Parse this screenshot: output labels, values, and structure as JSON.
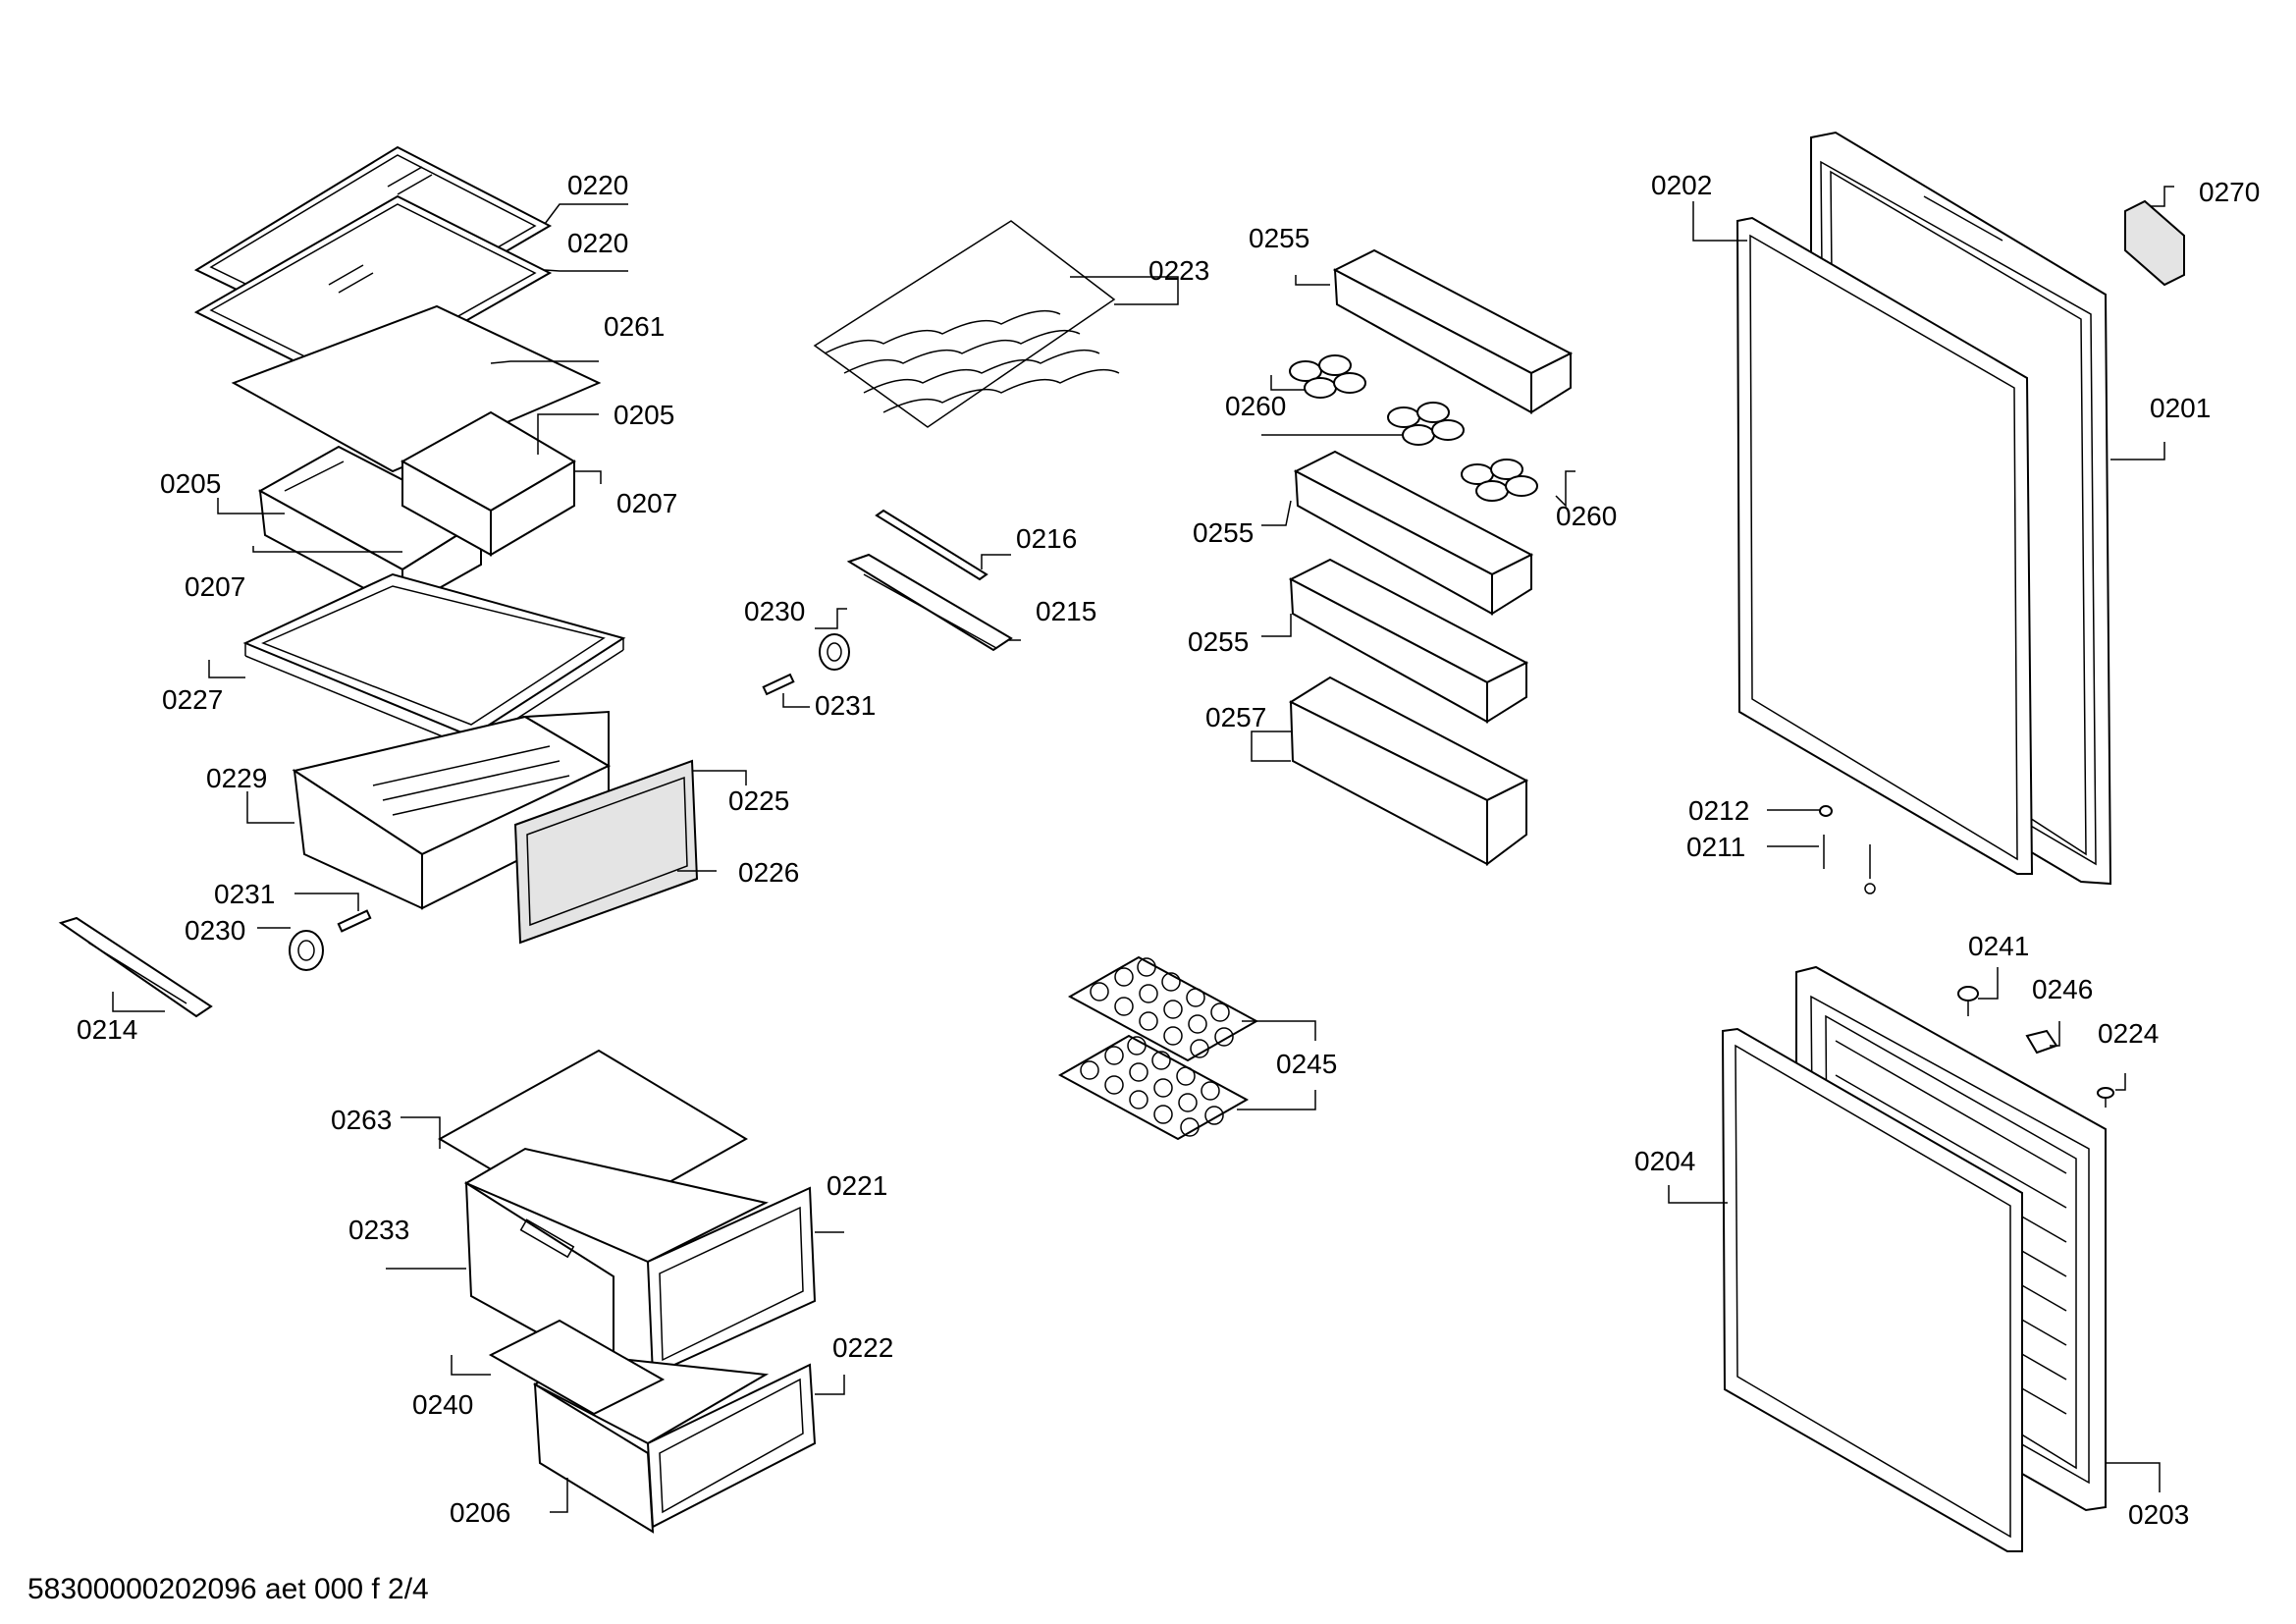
{
  "diagram": {
    "labels": {
      "l0220a": "0220",
      "l0220b": "0220",
      "l0261": "0261",
      "l0205a": "0205",
      "l0205b": "0205",
      "l0207a": "0207",
      "l0207b": "0207",
      "l0227": "0227",
      "l0229": "0229",
      "l0225": "0225",
      "l0226": "0226",
      "l0231a": "0231",
      "l0230a": "0230",
      "l0214": "0214",
      "l0223": "0223",
      "l0216": "0216",
      "l0230b": "0230",
      "l0215": "0215",
      "l0231b": "0231",
      "l0255a": "0255",
      "l0260a": "0260",
      "l0260b": "0260",
      "l0255b": "0255",
      "l0255c": "0255",
      "l0257": "0257",
      "l0202": "0202",
      "l0270": "0270",
      "l0201": "0201",
      "l0212": "0212",
      "l0211": "0211",
      "l0241": "0241",
      "l0246": "0246",
      "l0224": "0224",
      "l0204": "0204",
      "l0203": "0203",
      "l0245": "0245",
      "l0263": "0263",
      "l0221": "0221",
      "l0233": "0233",
      "l0222": "0222",
      "l0240": "0240",
      "l0206": "0206"
    },
    "footer": "58300000202096 aet 000 f 2/4"
  }
}
